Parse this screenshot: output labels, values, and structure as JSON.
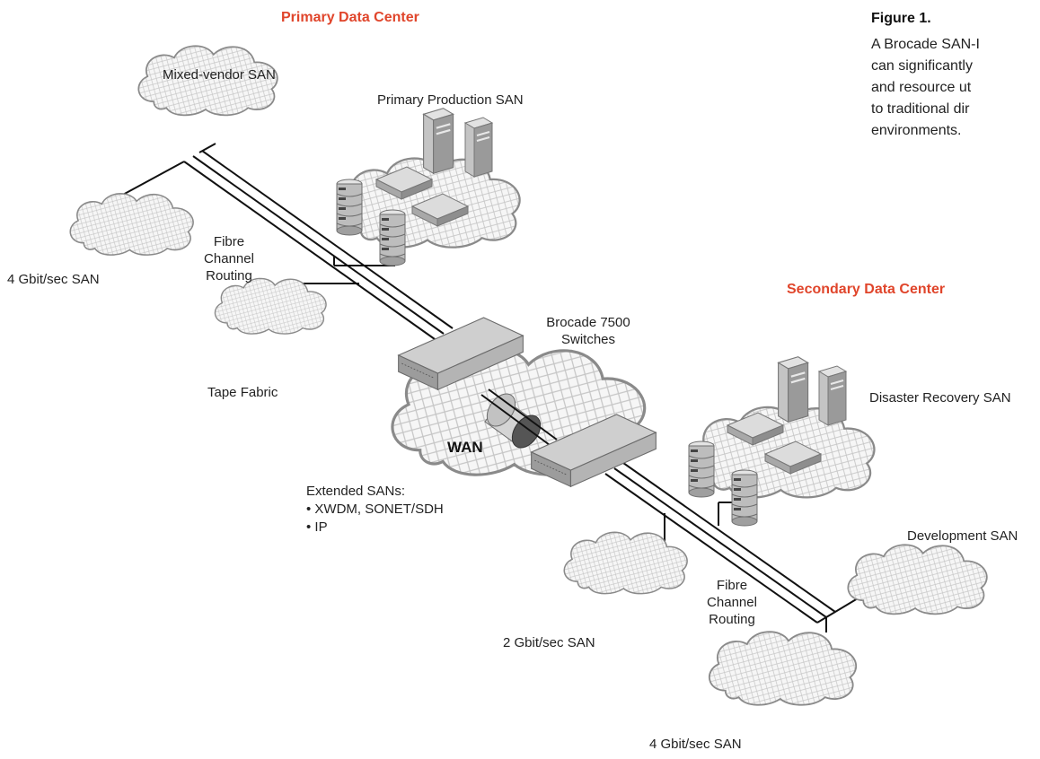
{
  "labels": {
    "primary_dc": "Primary Data Center",
    "secondary_dc": "Secondary Data Center",
    "mixed_vendor_san": "Mixed-vendor SAN",
    "primary_production_san": "Primary Production SAN",
    "san_4gbit_left": "4 Gbit/sec SAN",
    "fcr_left": [
      "Fibre",
      "Channel",
      "Routing"
    ],
    "tape_fabric": "Tape Fabric",
    "brocade_switches": [
      "Brocade 7500",
      "Switches"
    ],
    "wan": "WAN",
    "extended_sans_title": "Extended SANs:",
    "extended_sans_items": [
      "• XWDM, SONET/SDH",
      "• IP"
    ],
    "disaster_recovery_san": "Disaster Recovery SAN",
    "development_san": "Development SAN",
    "fcr_right": [
      "Fibre",
      "Channel",
      "Routing"
    ],
    "san_2gbit": "2 Gbit/sec SAN",
    "san_4gbit_bottom": "4 Gbit/sec SAN"
  },
  "caption": {
    "title": "Figure 1.",
    "lines": [
      "A Brocade SAN-I",
      "can significantly",
      "and resource ut",
      "to traditional dir",
      "environments."
    ]
  },
  "colors": {
    "accent_red": "#e0452b",
    "cloud_fill": "#f4f4f4",
    "cloud_stroke": "#8a8a8a",
    "device_fill": "#c8c8c8",
    "device_dark": "#8c8c8c"
  },
  "icons": [
    "san-cloud-icon",
    "server-tower-icon",
    "storage-array-icon",
    "fc-switch-icon",
    "brocade-7500-switch-icon",
    "wan-tunnel-icon"
  ]
}
